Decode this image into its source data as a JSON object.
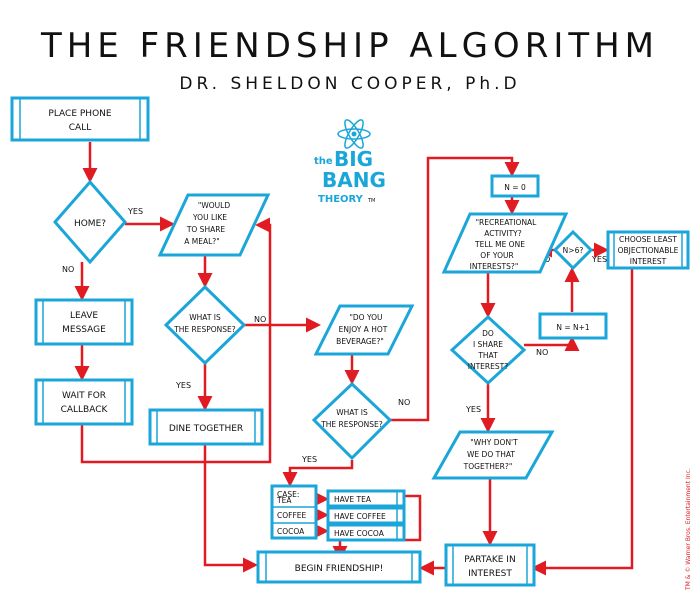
{
  "header": {
    "title": "THE FRIENDSHIP ALGORITHM",
    "author": "DR. SHELDON COOPER, Ph.D"
  },
  "logo": {
    "the": "the",
    "big": "BIG",
    "bang": "BANG",
    "theory": "THEORY",
    "tm": "TM"
  },
  "nodes": {
    "place_call": [
      "PLACE PHONE",
      "CALL"
    ],
    "home": "HOME?",
    "leave_message": [
      "LEAVE",
      "MESSAGE"
    ],
    "wait_callback": [
      "WAIT FOR",
      "CALLBACK"
    ],
    "share_meal": [
      "\"WOULD",
      "YOU LIKE",
      "TO SHARE",
      "A MEAL?\""
    ],
    "response_1": [
      "WHAT IS",
      "THE RESPONSE?"
    ],
    "dine_together": "DINE TOGETHER",
    "hot_beverage": [
      "\"DO YOU",
      "ENJOY A HOT",
      "BEVERAGE?\""
    ],
    "response_2": [
      "WHAT IS",
      "THE RESPONSE?"
    ],
    "case": [
      "CASE:",
      "TEA",
      "COFFEE",
      "COCOA"
    ],
    "have": [
      "HAVE TEA",
      "HAVE COFFEE",
      "HAVE COCOA"
    ],
    "begin_friendship": "BEGIN FRIENDSHIP!",
    "n_zero": "N = 0",
    "recreational": [
      "\"RECREATIONAL",
      "ACTIVITY?",
      "TELL ME ONE",
      "OF YOUR",
      "INTERESTS?\""
    ],
    "n_gt_6": "N>6?",
    "least_objectionable": [
      "CHOOSE LEAST",
      "OBJECTIONABLE",
      "INTEREST"
    ],
    "n_plus_one": "N = N+1",
    "share_interest": [
      "DO",
      "I SHARE",
      "THAT",
      "INTEREST?"
    ],
    "why_dont_we": [
      "\"WHY DON'T",
      "WE DO THAT",
      "TOGETHER?\""
    ],
    "partake": [
      "PARTAKE IN",
      "INTEREST"
    ]
  },
  "edge_labels": {
    "yes": "YES",
    "no": "NO"
  },
  "copyright": "TM & © Warner Bros. Entertainment Inc."
}
